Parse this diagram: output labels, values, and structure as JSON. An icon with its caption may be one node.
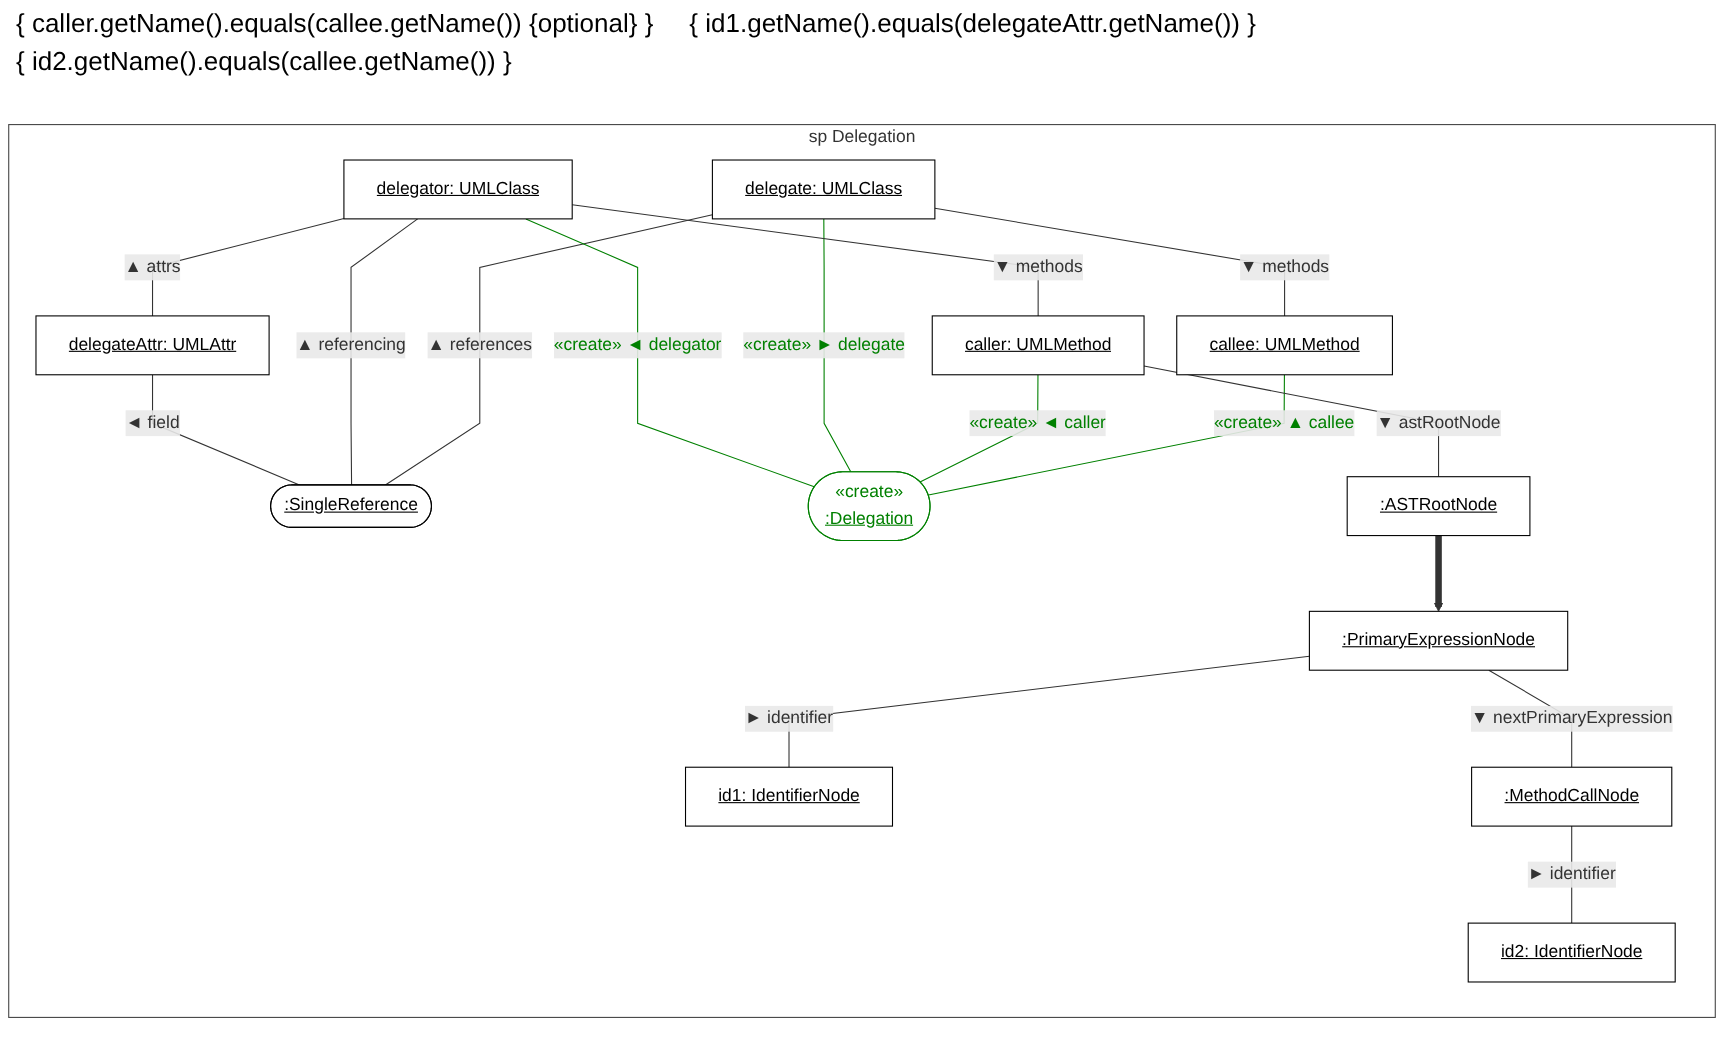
{
  "diagram": {
    "nodes": [
      {
        "text": [
          "sp Delegation"
        ]
      },
      {
        "text": [
          "delegateAttr: UMLAttr"
        ],
        "in": 0
      },
      {
        "text": [
          ":SingleReference"
        ],
        "in": 0
      },
      {
        "text": [
          "delegator: UMLClass"
        ],
        "in": 0
      },
      {
        "text": [
          "delegate: UMLClass"
        ],
        "in": 0
      },
      {
        "text": [
          "«create»",
          ":Delegation"
        ],
        "in": 0
      },
      {
        "text": [
          "caller: UMLMethod"
        ],
        "in": 0
      },
      {
        "text": [
          "callee: UMLMethod"
        ],
        "in": 0
      },
      {
        "text": [
          ":ASTRootNode"
        ],
        "in": 0
      },
      {
        "text": [
          ":PrimaryExpressionNode"
        ],
        "in": 0
      },
      {
        "text": [
          "id1: IdentifierNode"
        ],
        "in": 0
      },
      {
        "text": [
          ":MethodCallNode"
        ],
        "in": 0
      },
      {
        "text": [
          "id2: IdentifierNode"
        ],
        "in": 0
      }
    ],
    "edges": [
      {
        "from": 1,
        "to": 2,
        "arrow": "none",
        "label": "◄ field"
      },
      {
        "from": 3,
        "to": 1,
        "arrow": "none",
        "label": "▲ attrs"
      },
      {
        "from": 3,
        "to": 2,
        "arrow": "none",
        "label": "▲ referencing"
      },
      {
        "from": 4,
        "to": 2,
        "arrow": "none",
        "label": "▲ references"
      },
      {
        "from": 3,
        "to": 5,
        "arrow": "none",
        "label": "«create» ◄ delegator",
        "color": "#008000"
      },
      {
        "from": 4,
        "to": 5,
        "arrow": "none",
        "label": "«create» ► delegate",
        "color": "#008000"
      },
      {
        "from": 3,
        "to": 6,
        "arrow": "none",
        "label": "▼ methods"
      },
      {
        "from": 4,
        "to": 7,
        "arrow": "none",
        "label": "▼ methods"
      },
      {
        "from": 6,
        "to": 5,
        "arrow": "none",
        "label": "«create» ◄ caller",
        "color": "#008000"
      },
      {
        "from": 7,
        "to": 5,
        "arrow": "none",
        "label": "«create» ▲ callee",
        "color": "#008000"
      },
      {
        "from": 6,
        "to": 8,
        "arrow": "none",
        "label": "▼ astRootNode"
      },
      {
        "from": 8,
        "to": 9,
        "arrow": "to",
        "style": "thick"
      },
      {
        "from": 9,
        "to": 10,
        "arrow": "none",
        "label": "► identifier"
      },
      {
        "from": 9,
        "to": 11,
        "arrow": "none",
        "label": "▼ nextPrimaryExpression"
      },
      {
        "from": 11,
        "to": 12,
        "arrow": "none",
        "label": "► identifier"
      }
    ],
    "labels": [
      "{ caller.getName().equals(callee.getName()) {optional} }",
      "{ id1.getName().equals(delegateAttr.getName()) }",
      "{ id2.getName().equals(callee.getName()) }"
    ]
  }
}
